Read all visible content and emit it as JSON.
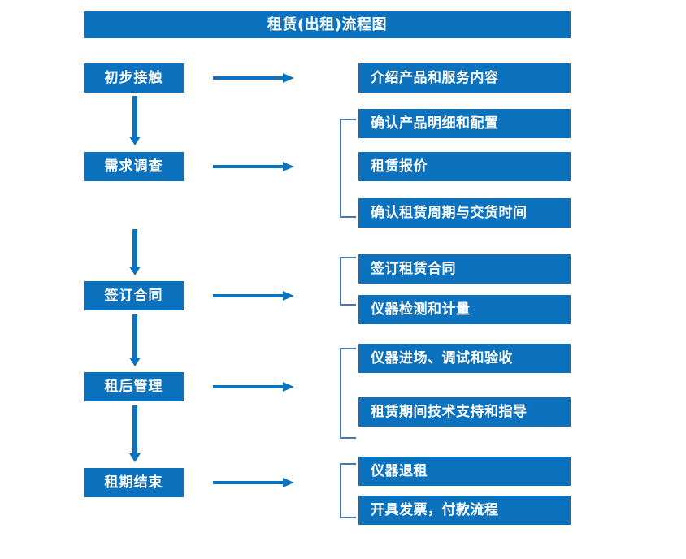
{
  "chart": {
    "title": "租赁(出租)流程图",
    "accent_color": "#0c72bd",
    "bracket_color": "#4a76ac",
    "text_color": "#ffffff",
    "background_color": "#ffffff"
  },
  "stages": [
    {
      "label": "初步接触"
    },
    {
      "label": "需求调查"
    },
    {
      "label": "签订合同"
    },
    {
      "label": "租后管理"
    },
    {
      "label": "租期结束"
    }
  ],
  "details": [
    {
      "label": "介绍产品和服务内容"
    },
    {
      "label": "确认产品明细和配置"
    },
    {
      "label": "租赁报价"
    },
    {
      "label": "确认租赁周期与交货时间"
    },
    {
      "label": "签订租赁合同"
    },
    {
      "label": "仪器检测和计量"
    },
    {
      "label": "仪器进场、调试和验收"
    },
    {
      "label": "租赁期间技术支持和指导"
    },
    {
      "label": "仪器退租"
    },
    {
      "label": "开具发票，付款流程"
    }
  ]
}
